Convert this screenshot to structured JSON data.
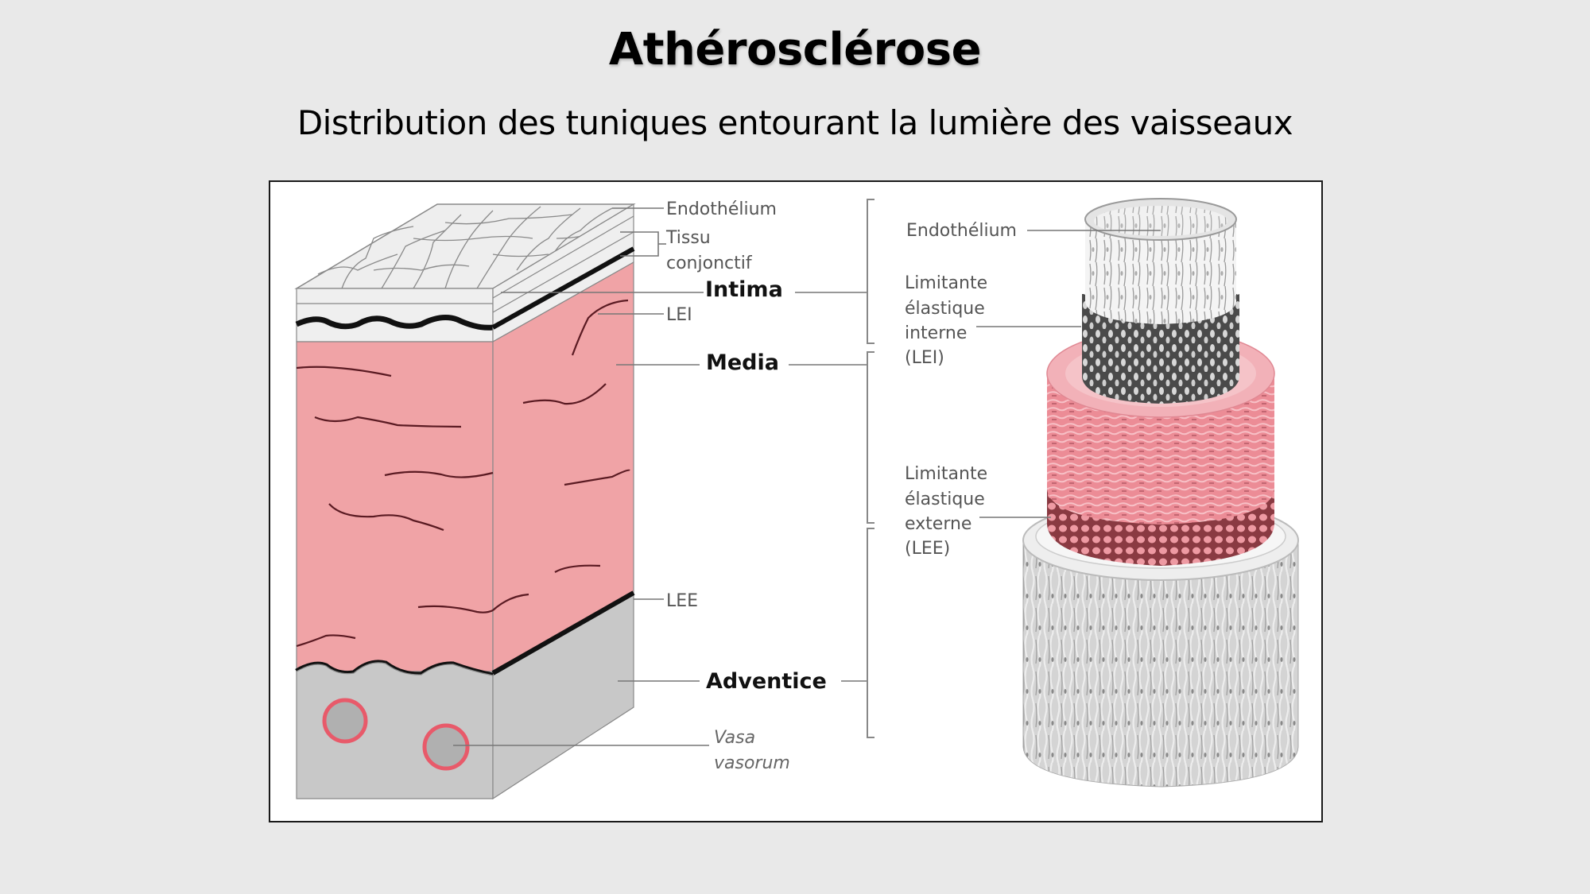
{
  "slide": {
    "title": "Athérosclérose",
    "subtitle": "Distribution des tuniques entourant la lumière des vaisseaux"
  },
  "figure": {
    "block_diagram": {
      "labels": {
        "endothelium": "Endothélium",
        "tissu": "Tissu",
        "conjonctif": "conjonctif",
        "intima": "Intima",
        "lei": "LEI",
        "media": "Media",
        "lee": "LEE",
        "adventice": "Adventice",
        "vasa": "Vasa",
        "vasorum": "vasorum"
      }
    },
    "cylinder_diagram": {
      "labels": {
        "endothelium": "Endothélium",
        "lei_line1": "Limitante",
        "lei_line2": "élastique",
        "lei_line3": "interne",
        "lei_line4": "(LEI)",
        "lee_line1": "Limitante",
        "lee_line2": "élastique",
        "lee_line3": "externe",
        "lee_line4": "(LEE)"
      }
    },
    "colors": {
      "media_pink": "#f0a3a6",
      "adventice_gray": "#c8c8c8",
      "intima_white": "#eeeeee",
      "elastic_black": "#111111",
      "vasa_ring": "#e85a6a"
    }
  }
}
